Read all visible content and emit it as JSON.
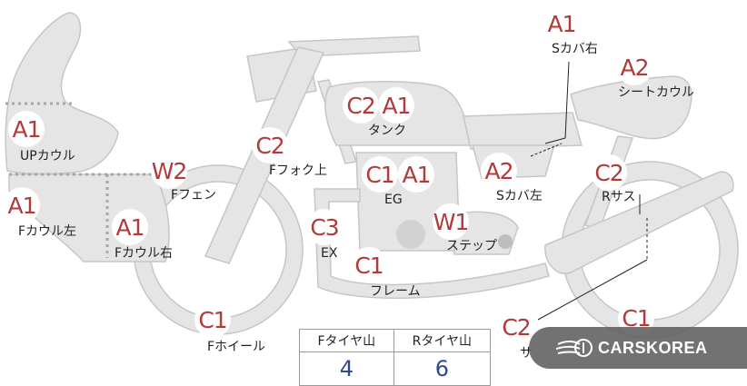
{
  "badges": {
    "s_cover_r": "A1",
    "seat_cowl": "A2",
    "tank_1": "C2",
    "tank_2": "A1",
    "up_cowl": "A1",
    "f_fork": "C2",
    "f_fender": "W2",
    "eg_1": "C1",
    "eg_2": "A1",
    "s_cover_l": "A2",
    "r_sus": "C2",
    "f_cowl_l": "A1",
    "f_cowl_r": "A1",
    "ex": "C3",
    "step": "W1",
    "frame": "C1",
    "f_wheel": "C1",
    "side_l": "C2",
    "side_r": "C1"
  },
  "labels": {
    "s_cover_r": "Sカバ右",
    "seat_cowl": "シートカウル",
    "tank": "タンク",
    "up_cowl": "UPカウル",
    "f_fork": "Fフォク上",
    "f_fender": "Fフェン",
    "eg": "EG",
    "s_cover_l": "Sカバ左",
    "r_sus": "Rサス",
    "f_cowl_l": "Fカウル左",
    "f_cowl_r": "Fカウル右",
    "ex": "EX",
    "step": "ステップ",
    "frame": "フレーム",
    "f_wheel": "Fホイール",
    "side_partial": "サ"
  },
  "tire_table": {
    "headers": [
      "Fタイヤ山",
      "Rタイヤ山"
    ],
    "values": [
      "4",
      "6"
    ]
  },
  "watermark": {
    "brand": "CARSKOREA"
  },
  "colors": {
    "badge_text": "#b13a3a",
    "value_text": "#2e4a8f",
    "part_fill": "#e6e6e6",
    "part_stroke": "#c8c8c8"
  }
}
